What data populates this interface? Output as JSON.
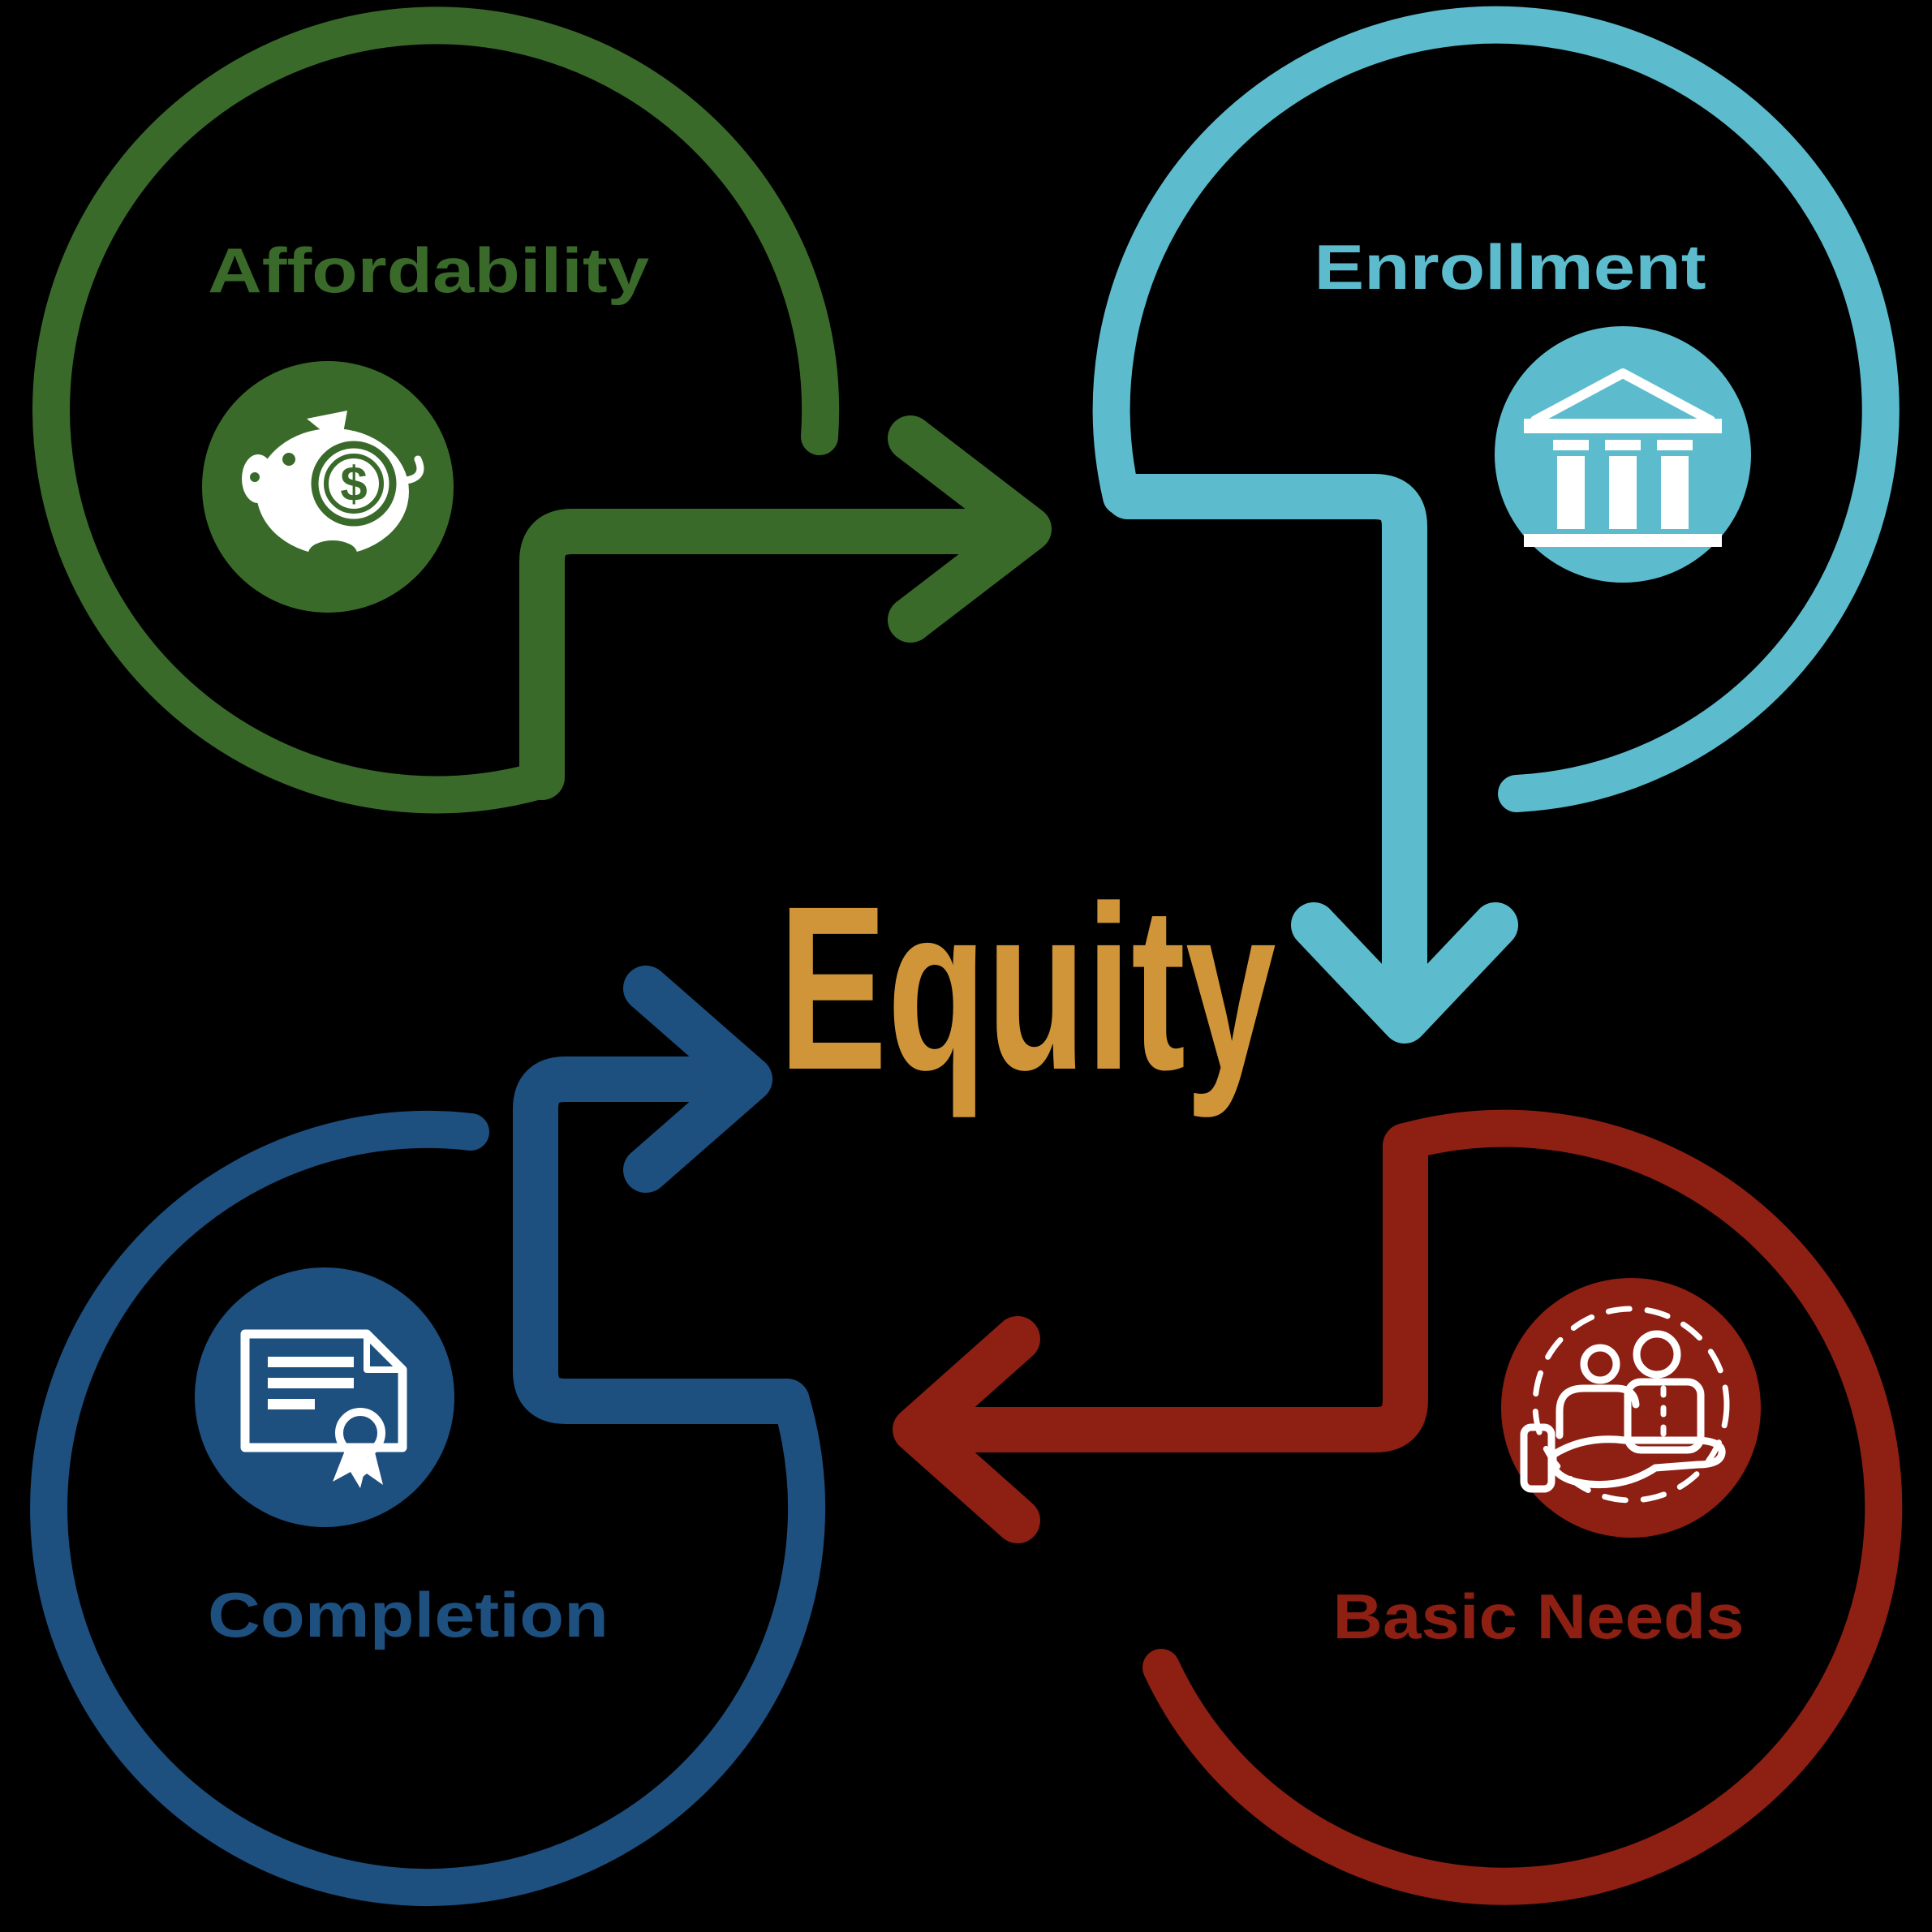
{
  "title": "Equity cycle diagram",
  "background": "#000000",
  "icon_foreground": "#ffffff",
  "center": {
    "label": "Equity",
    "color": "#d09539"
  },
  "nodes": [
    {
      "id": "affordability",
      "label": "Affordability",
      "color": "#3a6a2a",
      "icon": "piggy-bank-icon"
    },
    {
      "id": "enrollment",
      "label": "Enrollment",
      "color": "#5cbccd",
      "icon": "bank-building-icon"
    },
    {
      "id": "basic-needs",
      "label": "Basic Needs",
      "color": "#8d1f13",
      "icon": "hand-people-icon"
    },
    {
      "id": "completion",
      "label": "Completion",
      "color": "#1d4f7f",
      "icon": "certificate-icon"
    }
  ],
  "icons": {
    "currency_symbol": "$"
  },
  "arrows": [
    {
      "from": "Affordability",
      "to": "Enrollment"
    },
    {
      "from": "Enrollment",
      "to": "Basic Needs"
    },
    {
      "from": "Basic Needs",
      "to": "Completion"
    },
    {
      "from": "Completion",
      "to": "Equity"
    }
  ]
}
